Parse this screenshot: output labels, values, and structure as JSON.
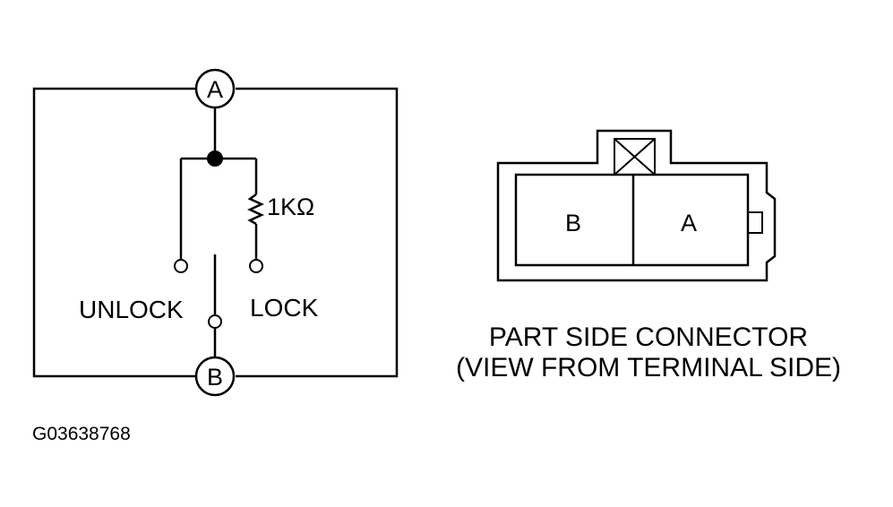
{
  "schematic": {
    "terminal_a": "A",
    "terminal_b": "B",
    "resistor_label": "1KΩ",
    "unlock_label": "UNLOCK",
    "lock_label": "LOCK"
  },
  "connector": {
    "pin_b": "B",
    "pin_a": "A",
    "caption_line1": "PART SIDE CONNECTOR",
    "caption_line2": "(VIEW FROM TERMINAL SIDE)"
  },
  "figure_id": "G03638768",
  "colors": {
    "ink": "#000000",
    "background": "#ffffff"
  }
}
